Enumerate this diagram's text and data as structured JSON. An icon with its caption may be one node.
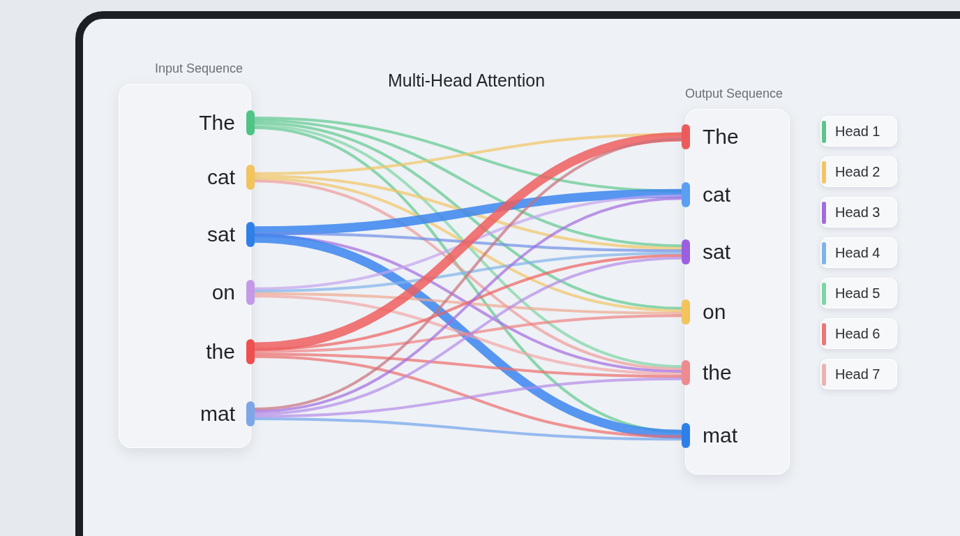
{
  "diagram": {
    "title": "Multi-Head Attention",
    "nodes": [
      {
        "text": [
          "Input Sequence"
        ]
      },
      {
        "text": [
          "The"
        ],
        "in": 0
      },
      {
        "text": [
          "cat"
        ],
        "in": 0
      },
      {
        "text": [
          "sat"
        ],
        "in": 0
      },
      {
        "text": [
          "on"
        ],
        "in": 0
      },
      {
        "text": [
          "the"
        ],
        "in": 0
      },
      {
        "text": [
          "mat"
        ],
        "in": 0
      },
      {
        "text": [
          "Output Sequence"
        ]
      },
      {
        "text": [
          "The"
        ],
        "in": 7
      },
      {
        "text": [
          "cat"
        ],
        "in": 7
      },
      {
        "text": [
          "sat"
        ],
        "in": 7
      },
      {
        "text": [
          "on"
        ],
        "in": 7
      },
      {
        "text": [
          "the"
        ],
        "in": 7
      },
      {
        "text": [
          "mat"
        ],
        "in": 7
      }
    ],
    "edges": [
      {
        "from": 1,
        "to": 9,
        "arrow": "none",
        "color": "#5ec98f"
      },
      {
        "from": 1,
        "to": 10,
        "arrow": "none",
        "color": "#5ec98f"
      },
      {
        "from": 1,
        "to": 11,
        "arrow": "none",
        "color": "#5ec98f"
      },
      {
        "from": 1,
        "to": 12,
        "arrow": "none",
        "color": "#7dd4a4"
      },
      {
        "from": 1,
        "to": 13,
        "arrow": "none",
        "color": "#5ec98f"
      },
      {
        "from": 2,
        "to": 8,
        "arrow": "none",
        "color": "#f2c463"
      },
      {
        "from": 2,
        "to": 10,
        "arrow": "none",
        "color": "#f2c463"
      },
      {
        "from": 2,
        "to": 11,
        "arrow": "none",
        "color": "#f2c463"
      },
      {
        "from": 2,
        "to": 12,
        "arrow": "none",
        "color": "#ef9a9a"
      },
      {
        "from": 3,
        "to": 9,
        "arrow": "none",
        "style": "thick",
        "color": "#3b86ee"
      },
      {
        "from": 3,
        "to": 10,
        "arrow": "none",
        "color": "#6e8fe6"
      },
      {
        "from": 3,
        "to": 12,
        "arrow": "none",
        "color": "#a36be0"
      },
      {
        "from": 3,
        "to": 13,
        "arrow": "none",
        "style": "thick",
        "color": "#3b86ee"
      },
      {
        "from": 4,
        "to": 9,
        "arrow": "none",
        "color": "#c4a3ee"
      },
      {
        "from": 4,
        "to": 10,
        "arrow": "none",
        "color": "#80b2ea"
      },
      {
        "from": 4,
        "to": 11,
        "arrow": "none",
        "color": "#f0a88f"
      },
      {
        "from": 4,
        "to": 12,
        "arrow": "none",
        "color": "#f2a5a5"
      },
      {
        "from": 5,
        "to": 8,
        "arrow": "none",
        "style": "thick",
        "color": "#ee5f5f"
      },
      {
        "from": 5,
        "to": 10,
        "arrow": "none",
        "color": "#ee5f5f"
      },
      {
        "from": 5,
        "to": 11,
        "arrow": "none",
        "color": "#f08080"
      },
      {
        "from": 5,
        "to": 12,
        "arrow": "none",
        "color": "#ee6b6b"
      },
      {
        "from": 5,
        "to": 13,
        "arrow": "none",
        "color": "#ee6b6b"
      },
      {
        "from": 6,
        "to": 8,
        "arrow": "none",
        "color": "#c8707a"
      },
      {
        "from": 6,
        "to": 9,
        "arrow": "none",
        "color": "#a36be0"
      },
      {
        "from": 6,
        "to": 10,
        "arrow": "none",
        "color": "#b48ae8"
      },
      {
        "from": 6,
        "to": 12,
        "arrow": "none",
        "color": "#b48ae8"
      },
      {
        "from": 6,
        "to": 13,
        "arrow": "none",
        "color": "#6fa3ec"
      }
    ],
    "legend": [
      {
        "text": "Head 1",
        "color": "#5cc48c"
      },
      {
        "text": "Head 2",
        "color": "#f2c463"
      },
      {
        "text": "Head 3",
        "color": "#a36be0"
      },
      {
        "text": "Head 4",
        "color": "#80b2ea"
      },
      {
        "text": "Head 5",
        "color": "#7dd4a4"
      },
      {
        "text": "Head 6",
        "color": "#ec7676"
      },
      {
        "text": "Head 7",
        "color": "#ebb3b0"
      }
    ]
  }
}
